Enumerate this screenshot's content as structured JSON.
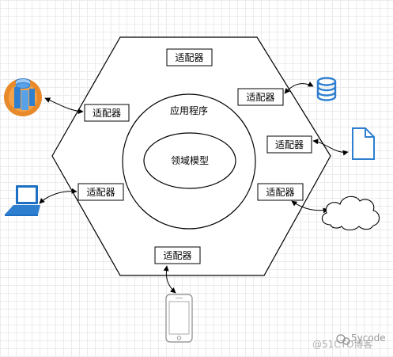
{
  "diagram": {
    "application_label": "应用程序",
    "domain_label": "领域模型",
    "adapters": [
      {
        "label": "适配器"
      },
      {
        "label": "适配器"
      },
      {
        "label": "适配器"
      },
      {
        "label": "适配器"
      },
      {
        "label": "适配器"
      },
      {
        "label": "适配器"
      },
      {
        "label": "适配器"
      }
    ],
    "external_icons": [
      "server-cluster-icon",
      "database-icon",
      "document-icon",
      "laptop-icon",
      "cloud-icon",
      "mobile-phone-icon"
    ]
  },
  "watermark": {
    "text": "@51CTO博客",
    "brand": "5ycode"
  },
  "colors": {
    "icon_blue": "#2e7fd0",
    "laptop_blue": "#1d6fc4",
    "server_orange": "#e8892a",
    "line": "#000000"
  }
}
